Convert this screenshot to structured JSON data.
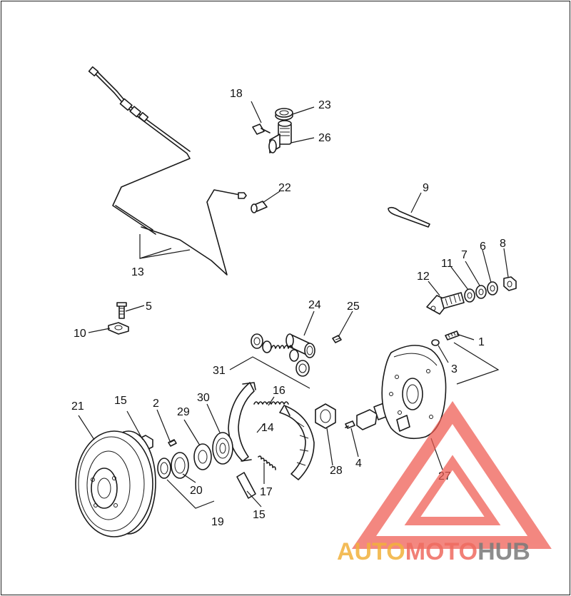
{
  "diagram": {
    "callouts": [
      {
        "id": "c1",
        "label": "1"
      },
      {
        "id": "c2",
        "label": "2"
      },
      {
        "id": "c3",
        "label": "3"
      },
      {
        "id": "c4",
        "label": "4"
      },
      {
        "id": "c5",
        "label": "5"
      },
      {
        "id": "c6",
        "label": "6"
      },
      {
        "id": "c7",
        "label": "7"
      },
      {
        "id": "c8",
        "label": "8"
      },
      {
        "id": "c9",
        "label": "9"
      },
      {
        "id": "c10",
        "label": "10"
      },
      {
        "id": "c11",
        "label": "11"
      },
      {
        "id": "c12",
        "label": "12"
      },
      {
        "id": "c13",
        "label": "13"
      },
      {
        "id": "c14",
        "label": "14"
      },
      {
        "id": "c15a",
        "label": "15"
      },
      {
        "id": "c15b",
        "label": "15"
      },
      {
        "id": "c16",
        "label": "16"
      },
      {
        "id": "c17",
        "label": "17"
      },
      {
        "id": "c18",
        "label": "18"
      },
      {
        "id": "c19",
        "label": "19"
      },
      {
        "id": "c20",
        "label": "20"
      },
      {
        "id": "c21",
        "label": "21"
      },
      {
        "id": "c22",
        "label": "22"
      },
      {
        "id": "c23",
        "label": "23"
      },
      {
        "id": "c24",
        "label": "24"
      },
      {
        "id": "c25",
        "label": "25"
      },
      {
        "id": "c26",
        "label": "26"
      },
      {
        "id": "c27",
        "label": "27"
      },
      {
        "id": "c28",
        "label": "28"
      },
      {
        "id": "c29",
        "label": "29"
      },
      {
        "id": "c30",
        "label": "30"
      },
      {
        "id": "c31",
        "label": "31"
      }
    ]
  },
  "watermark": {
    "part1": "AUTO",
    "part2": "MOTO",
    "part3": "HUB",
    "color_part1": "#f2b13c",
    "color_part2": "#ef6b60",
    "color_part3": "#7a7a7a",
    "triangle_color": "#ef5a50"
  }
}
